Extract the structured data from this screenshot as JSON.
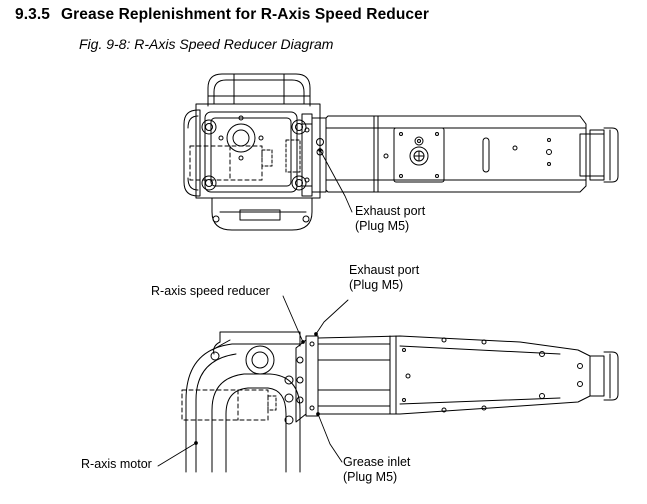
{
  "section": {
    "number": "9.3.5",
    "title": "Grease Replenishment for R-Axis Speed Reducer"
  },
  "figure": {
    "caption": "Fig. 9-8: R-Axis Speed Reducer Diagram"
  },
  "top_view": {
    "exhaust_port_label": "Exhaust port",
    "exhaust_port_plug": "(Plug M5)"
  },
  "side_view": {
    "exhaust_port_label": "Exhaust port",
    "exhaust_port_plug": "(Plug M5)",
    "speed_reducer_label": "R-axis speed reducer",
    "motor_label": "R-axis motor",
    "grease_inlet_label": "Grease inlet",
    "grease_inlet_plug": "(Plug M5)"
  }
}
